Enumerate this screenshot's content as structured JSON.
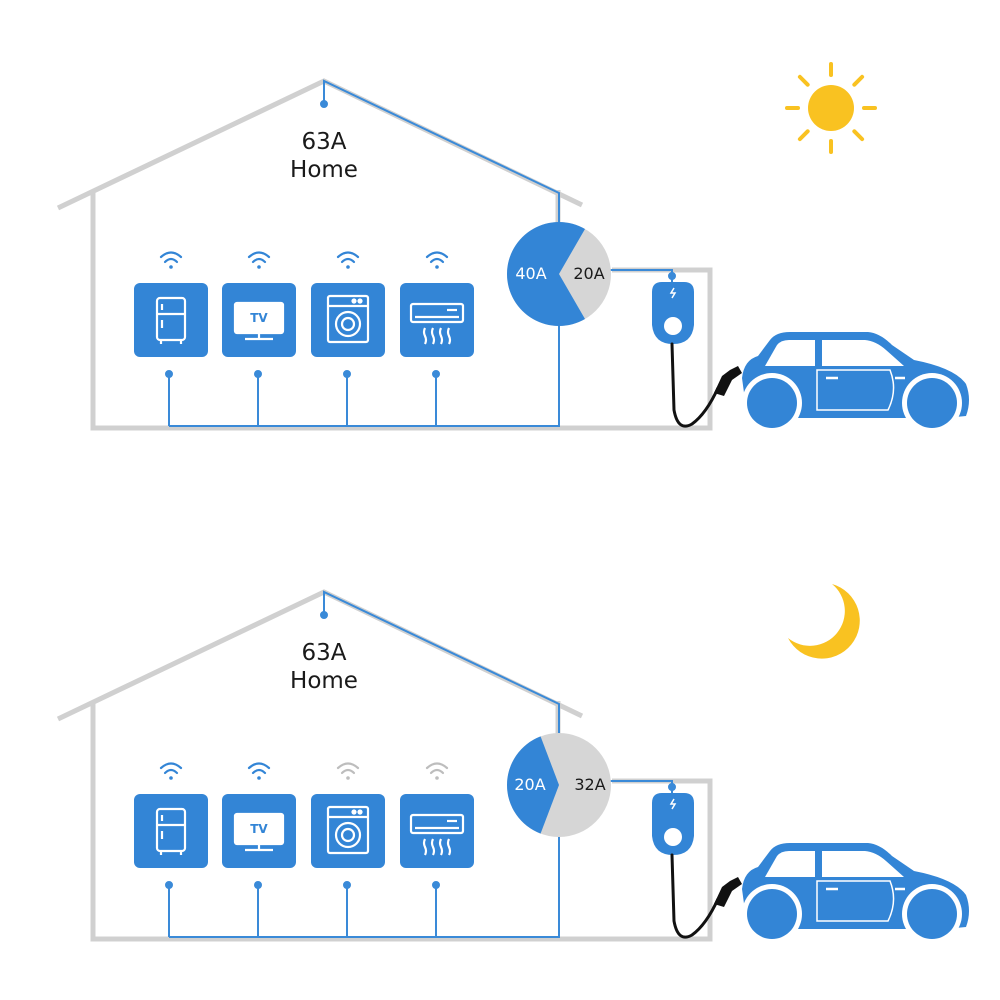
{
  "colors": {
    "house_outline": "#d0d0d0",
    "wire": "#3a8ad8",
    "appliance_blue": "#3385d6",
    "inactive_grey": "#d6d6d6",
    "cable": "#111111",
    "sun": "#f9c221",
    "moon": "#f9c221"
  },
  "scenes": [
    {
      "period_icon": "sun-icon",
      "house_label": {
        "line1": "63A",
        "line2": "Home"
      },
      "split": {
        "home_label": "40A",
        "ev_label": "20A",
        "home_amps": 40,
        "ev_amps": 20
      },
      "appliances": [
        {
          "icon": "fridge-icon",
          "wifi_active": true
        },
        {
          "icon": "tv-icon",
          "wifi_active": true,
          "screen_text": "TV"
        },
        {
          "icon": "washer-icon",
          "wifi_active": true
        },
        {
          "icon": "air-conditioner-icon",
          "wifi_active": true
        }
      ]
    },
    {
      "period_icon": "moon-icon",
      "house_label": {
        "line1": "63A",
        "line2": "Home"
      },
      "split": {
        "home_label": "20A",
        "ev_label": "32A",
        "home_amps": 20,
        "ev_amps": 32
      },
      "appliances": [
        {
          "icon": "fridge-icon",
          "wifi_active": true
        },
        {
          "icon": "tv-icon",
          "wifi_active": true,
          "screen_text": "TV"
        },
        {
          "icon": "washer-icon",
          "wifi_active": false
        },
        {
          "icon": "air-conditioner-icon",
          "wifi_active": false
        }
      ]
    }
  ]
}
